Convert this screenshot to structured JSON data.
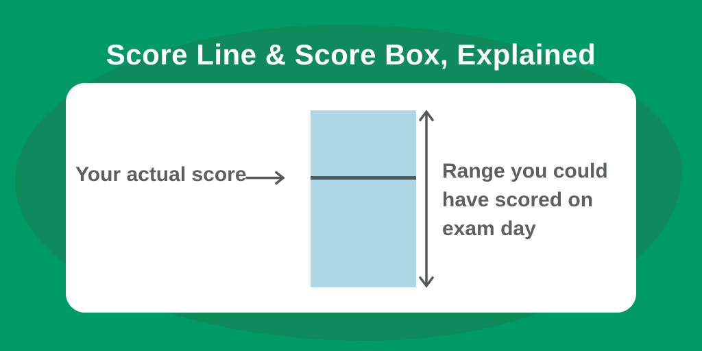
{
  "title": "Score Line & Score Box, Explained",
  "card": {
    "left_label": "Your actual score",
    "right_label_lines": [
      "Range you could",
      "have scored on",
      "exam day"
    ]
  },
  "icons": {
    "left_pointer": "right-arrow-icon",
    "range_span": "vertical-double-arrow-icon"
  },
  "colors": {
    "background_green": "#009A66",
    "blob_green": "#0E8A5D",
    "card_white": "#FFFFFF",
    "score_box_blue": "#AED8E6",
    "score_line_gray": "#54585A",
    "arrow_gray": "#54585A",
    "text_gray": "#5C6063",
    "title_white": "#FFFFFF"
  }
}
